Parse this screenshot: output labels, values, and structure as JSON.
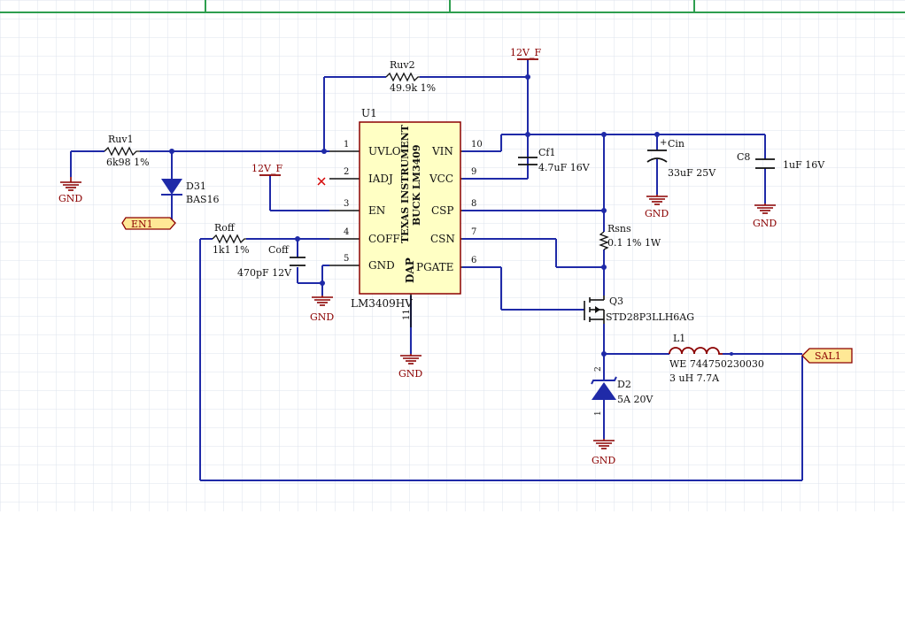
{
  "colors": {
    "grid": "#dde3ec",
    "border": "#2e9e4f",
    "wire": "#1f2aa8",
    "label": "#8b0000",
    "pin": "#111111",
    "ic_fill": "#ffffc4",
    "ic_stroke": "#8b0000",
    "port_fill": "#ffe896",
    "diode_fill": "#1f2aa8"
  },
  "ic": {
    "designator": "U1",
    "part": "LM3409HV",
    "vendor_line1": "TEXAS INSTRUMENT",
    "vendor_line2": "BUCK LM3409",
    "dap_label": "DAP",
    "dap_pin": "11",
    "left_pins": [
      {
        "num": "1",
        "name": "UVLO"
      },
      {
        "num": "2",
        "name": "IADJ"
      },
      {
        "num": "3",
        "name": "EN"
      },
      {
        "num": "4",
        "name": "COFF"
      },
      {
        "num": "5",
        "name": "GND"
      }
    ],
    "right_pins": [
      {
        "num": "10",
        "name": "VIN"
      },
      {
        "num": "9",
        "name": "VCC"
      },
      {
        "num": "8",
        "name": "CSP"
      },
      {
        "num": "7",
        "name": "CSN"
      },
      {
        "num": "6",
        "name": "PGATE"
      }
    ]
  },
  "components": {
    "ruv1": {
      "ref": "Ruv1",
      "value": "6k98 1%"
    },
    "ruv2": {
      "ref": "Ruv2",
      "value": "49.9k 1%"
    },
    "roff": {
      "ref": "Roff",
      "value": "1k1 1%"
    },
    "coff": {
      "ref": "Coff",
      "value": "470pF 12V"
    },
    "d31": {
      "ref": "D31",
      "value": "BAS16"
    },
    "cf1": {
      "ref": "Cf1",
      "value": "4.7uF 16V"
    },
    "cin": {
      "ref": "Cin",
      "value": "33uF 25V"
    },
    "c8": {
      "ref": "C8",
      "value": "1uF 16V"
    },
    "rsns": {
      "ref": "Rsns",
      "value": "0.1 1% 1W"
    },
    "q3": {
      "ref": "Q3",
      "value": "STD28P3LLH6AG"
    },
    "l1": {
      "ref": "L1",
      "value1": "WE 744750230030",
      "value2": "3 uH 7.7A"
    },
    "d2": {
      "ref": "D2",
      "value": "5A 20V",
      "pin_top": "2",
      "pin_bottom": "1"
    }
  },
  "power_labels": {
    "top": "12V_F",
    "left": "12V_F",
    "gnd": "GND"
  },
  "ports": {
    "en1": "EN1",
    "sal1": "SAL1"
  }
}
